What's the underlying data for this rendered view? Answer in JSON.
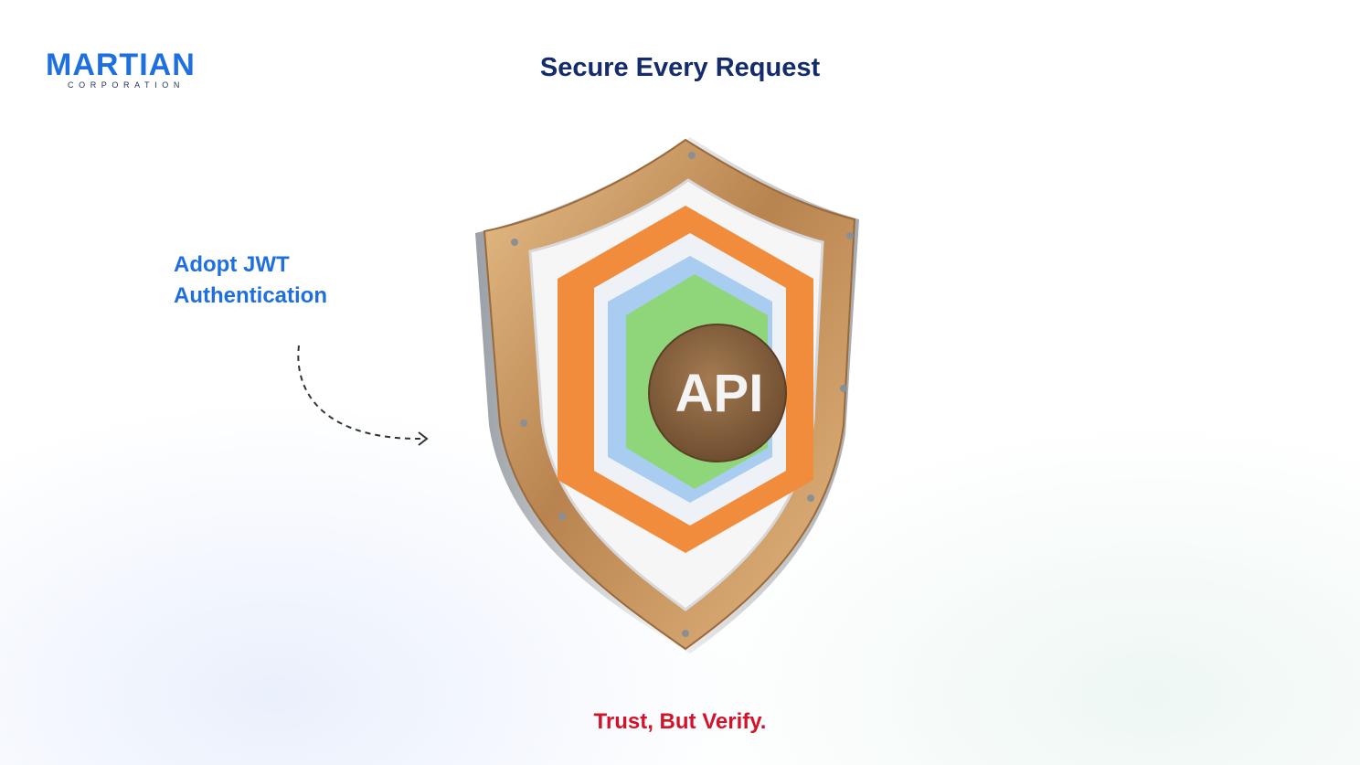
{
  "brand": {
    "name": "MARTIAN",
    "subtitle": "CORPORATION"
  },
  "header": {
    "title": "Secure Every Request"
  },
  "callout": {
    "line1": "Adopt JWT",
    "line2": "Authentication"
  },
  "illustration": {
    "badge_text": "API"
  },
  "footer": {
    "tagline": "Trust, But Verify."
  },
  "colors": {
    "brand_blue": "#1e6fe0",
    "title_navy": "#142c6b",
    "tagline_red": "#d3132a",
    "shield_gold": "#c8955a",
    "hex_orange": "#f08c3c",
    "hex_blue": "#a9cdf0",
    "hex_green": "#8fd67a",
    "badge_brown": "#8a6440"
  }
}
